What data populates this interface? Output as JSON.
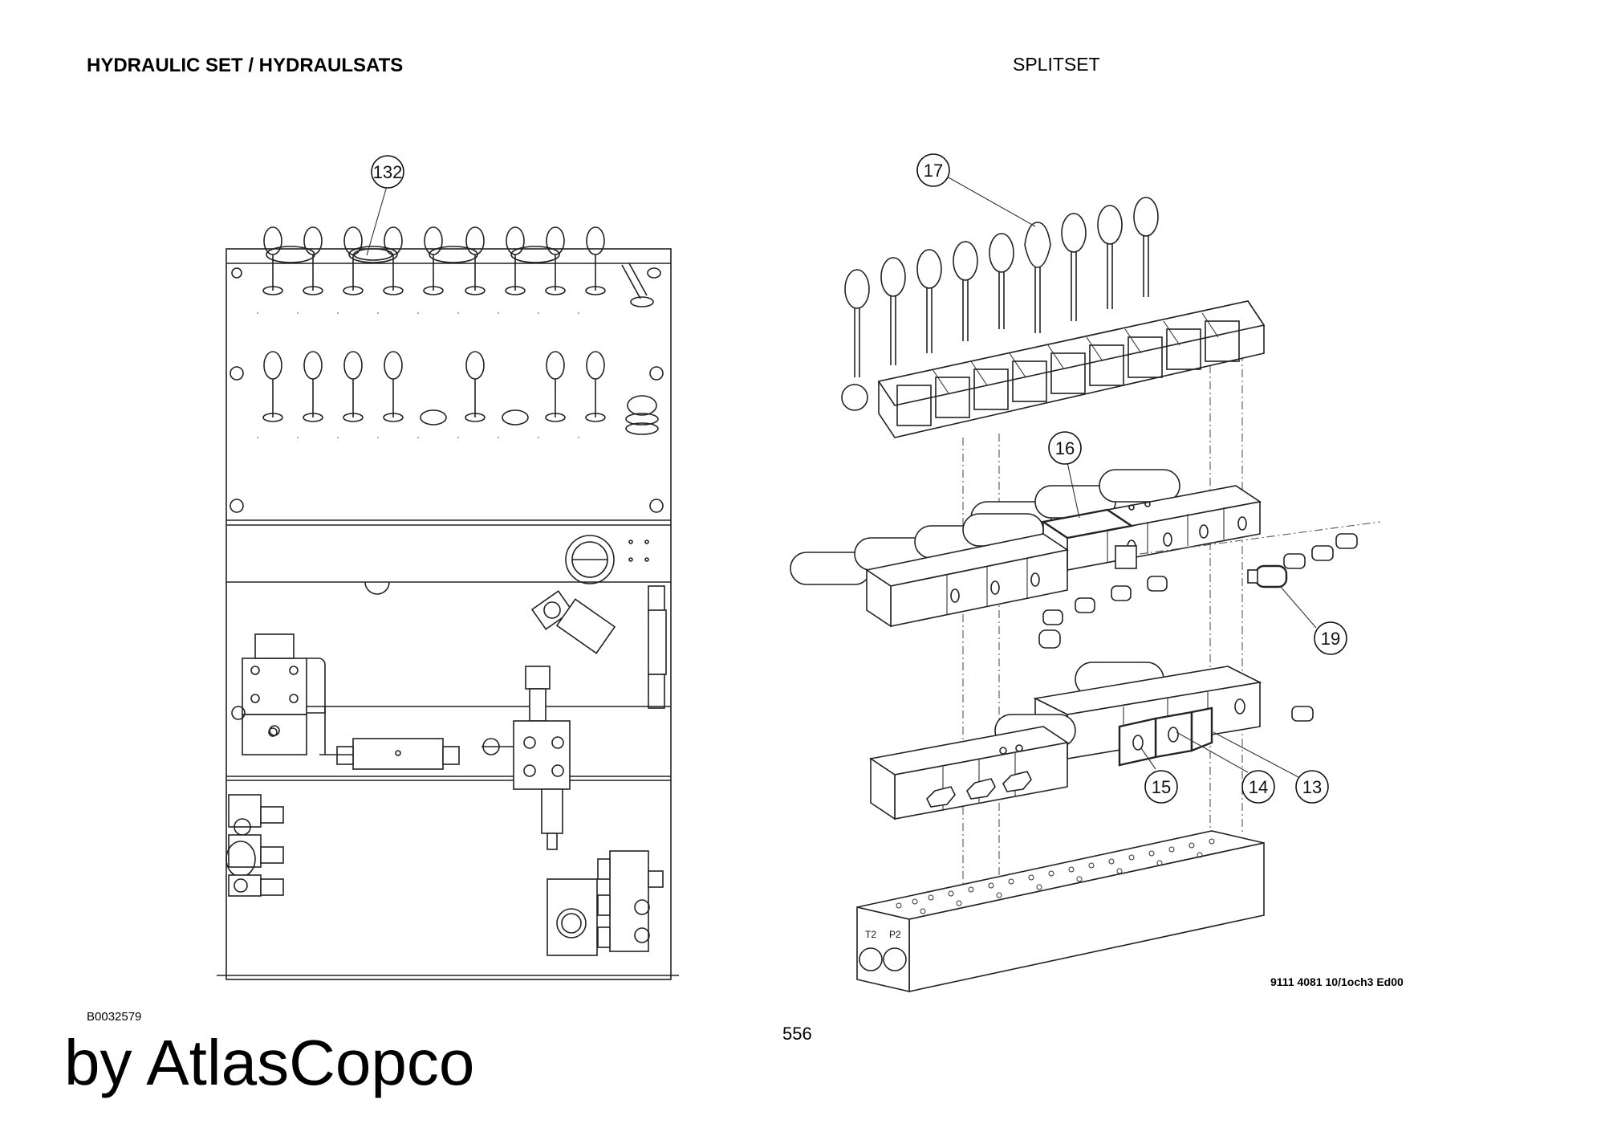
{
  "header": {
    "title_left": "HYDRAULIC SET / HYDRAULSATS",
    "title_right": "SPLITSET"
  },
  "footer": {
    "drawing_id": "B0032579",
    "brand": "by AtlasCopco",
    "page_number": "556",
    "doc_code": "9111 4081 10/1och3 Ed00"
  },
  "callouts": [
    "132",
    "17",
    "16",
    "19",
    "15",
    "14",
    "13"
  ],
  "ports": [
    "T2",
    "P2"
  ]
}
